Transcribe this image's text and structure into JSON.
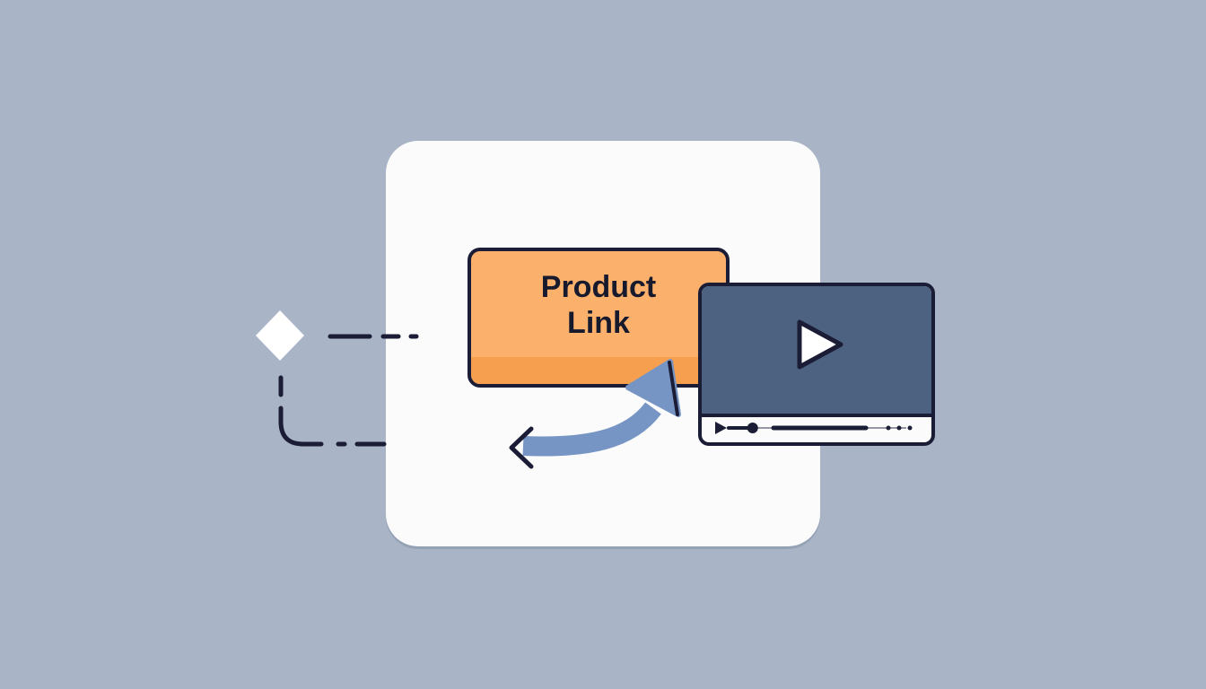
{
  "product_link": {
    "label": "Product\nLink"
  },
  "colors": {
    "background": "#a9b5c6",
    "card": "#fbfbfb",
    "button_fill": "#fbb16c",
    "button_shade": "#f6a04f",
    "outline": "#1a1d35",
    "video_screen": "#4d6180",
    "arrow": "#7795c4"
  },
  "icons": {
    "diamond": "diamond-icon",
    "connector": "dashed-connector",
    "arrow": "curved-arrow-icon",
    "play": "play-icon",
    "small_play": "small-play-icon",
    "more": "more-dots-icon"
  },
  "video_player": {
    "progress_fraction": 0.12
  }
}
